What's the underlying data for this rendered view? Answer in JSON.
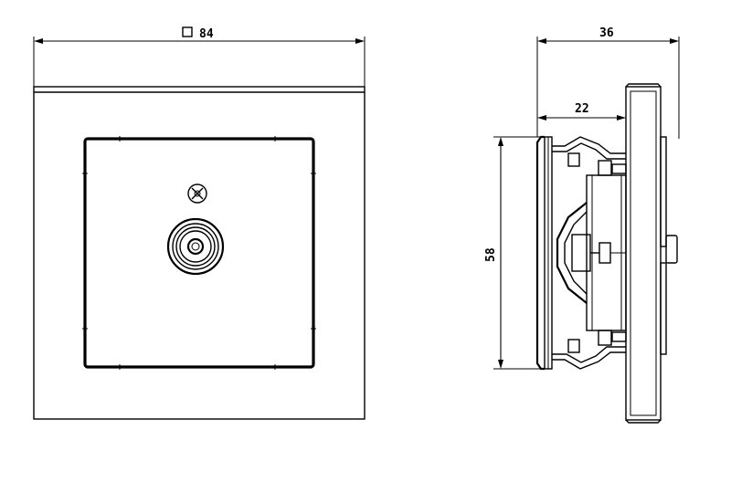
{
  "dimensions": {
    "width": "84",
    "depth_total": "36",
    "depth_inner": "22",
    "height": "58"
  },
  "symbols": {
    "square": "square-symbol"
  },
  "colors": {
    "line": "#000000",
    "background": "#ffffff"
  }
}
